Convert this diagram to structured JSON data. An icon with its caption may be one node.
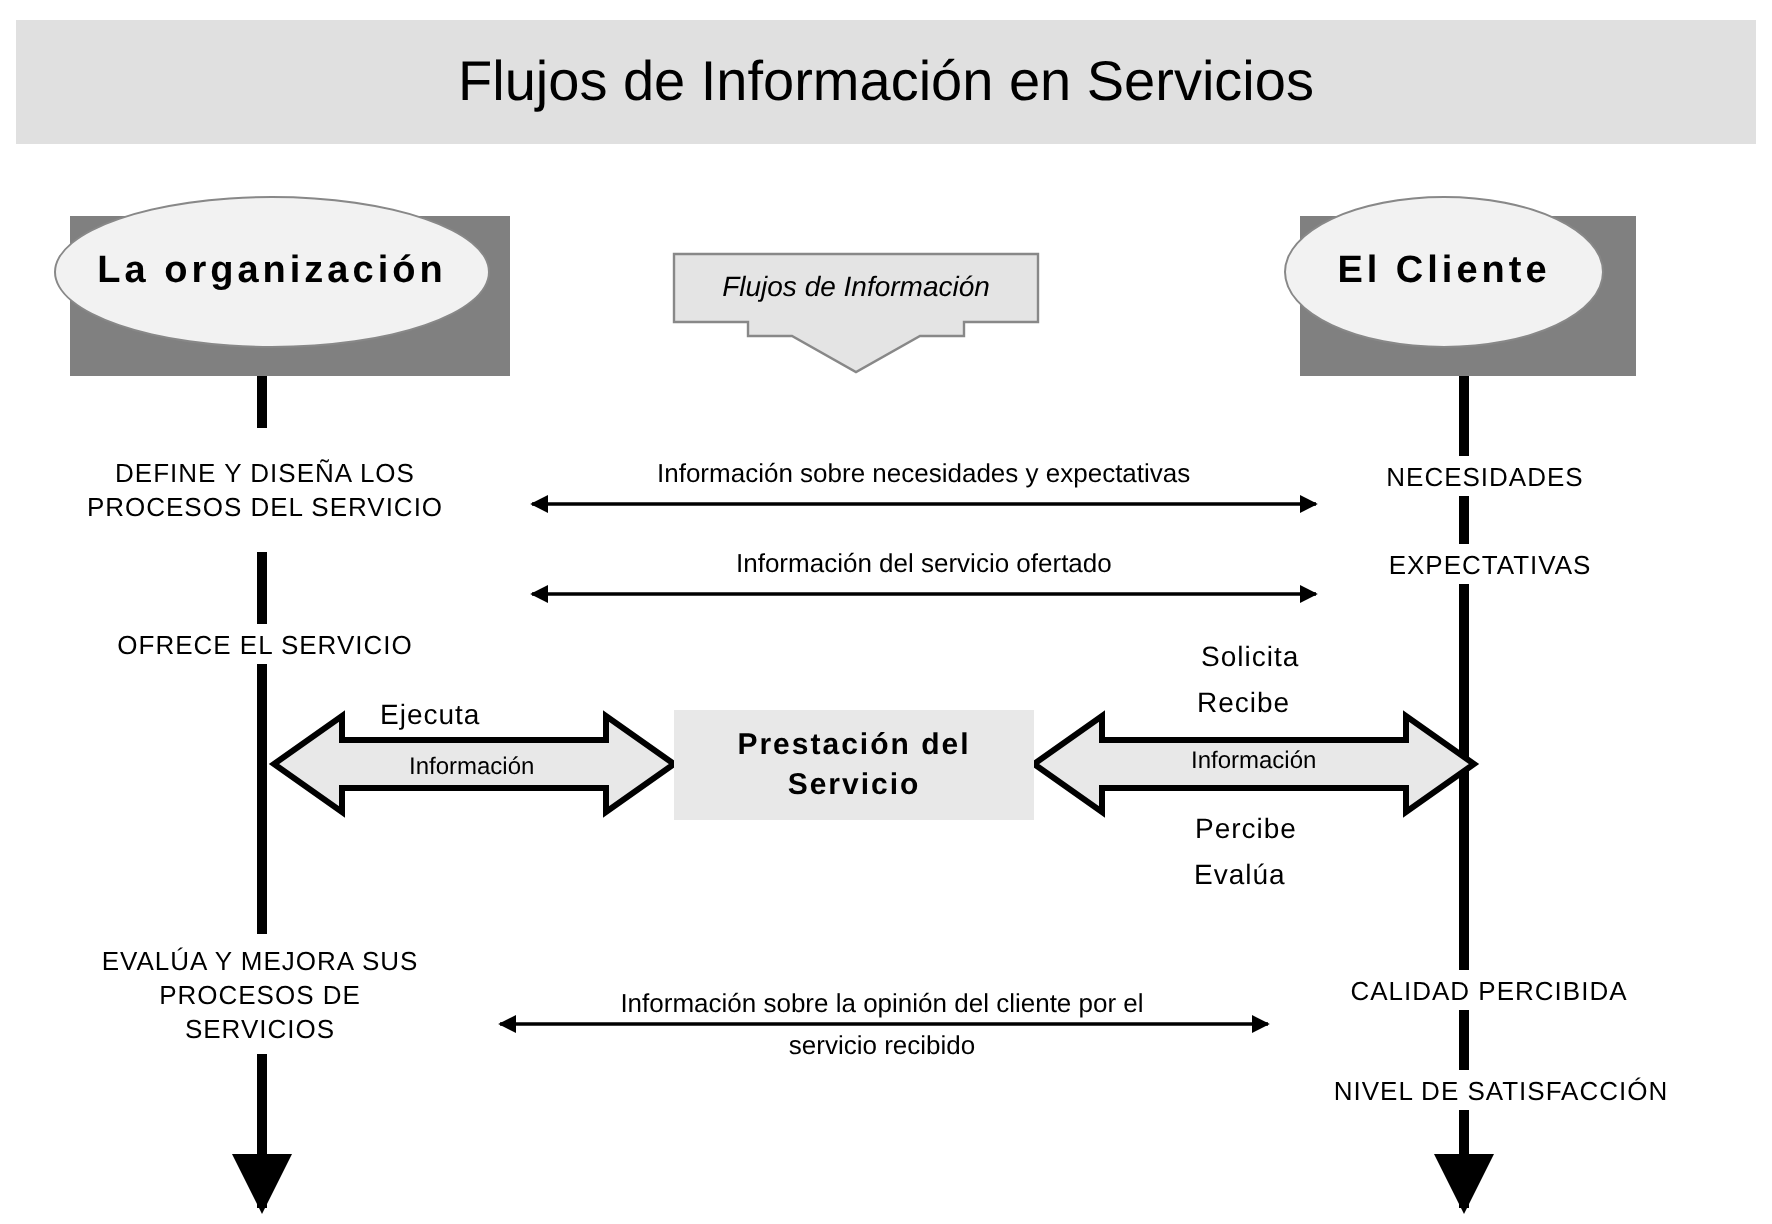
{
  "diagram": {
    "title": "Flujos de Información en Servicios",
    "nodes": [
      {
        "text": [
          "La organización"
        ]
      },
      {
        "text": [
          "El Cliente"
        ]
      },
      {
        "text": [
          "DEFINE Y DISEÑA LOS PROCESOS DEL SERVICIO"
        ]
      },
      {
        "text": [
          "OFRECE EL SERVICIO"
        ]
      },
      {
        "text": [
          "EVALÚA Y MEJORA SUS PROCESOS DE SERVICIOS"
        ]
      },
      {
        "text": [
          "NECESIDADES"
        ]
      },
      {
        "text": [
          "EXPECTATIVAS"
        ]
      },
      {
        "text": [
          "CALIDAD PERCIBIDA"
        ]
      },
      {
        "text": [
          "NIVEL DE SATISFACCIÓN"
        ]
      },
      {
        "text": [
          "Prestación del Servicio"
        ]
      },
      {
        "text": [
          "Flujos de Información"
        ]
      }
    ],
    "edges": [
      {
        "from": 0,
        "to": 2,
        "arrow": "none"
      },
      {
        "from": 2,
        "to": 3,
        "arrow": "none"
      },
      {
        "from": 3,
        "to": 4,
        "arrow": "none"
      },
      {
        "from": 4,
        "to": null,
        "arrow": "to"
      },
      {
        "from": 1,
        "to": 5,
        "arrow": "none"
      },
      {
        "from": 5,
        "to": 6,
        "arrow": "none"
      },
      {
        "from": 6,
        "to": 7,
        "arrow": "none"
      },
      {
        "from": 7,
        "to": 8,
        "arrow": "none"
      },
      {
        "from": 8,
        "to": null,
        "arrow": "to"
      },
      {
        "from": 2,
        "to": 5,
        "arrow": "both",
        "label": "Información sobre necesidades y expectativas"
      },
      {
        "from": 3,
        "to": 6,
        "arrow": "both",
        "label": "Información del servicio ofertado"
      },
      {
        "from": null,
        "to": 9,
        "arrow": "both",
        "label": "Información",
        "style": "thick"
      },
      {
        "from": 9,
        "to": null,
        "arrow": "both",
        "label": "Información",
        "style": "thick"
      },
      {
        "from": 4,
        "to": 7,
        "arrow": "both",
        "label": "Información sobre la opinión del cliente por el servicio recibido"
      }
    ],
    "labels": [
      "Ejecuta",
      "Solicita",
      "Recibe",
      "Percibe",
      "Evalúa"
    ]
  }
}
